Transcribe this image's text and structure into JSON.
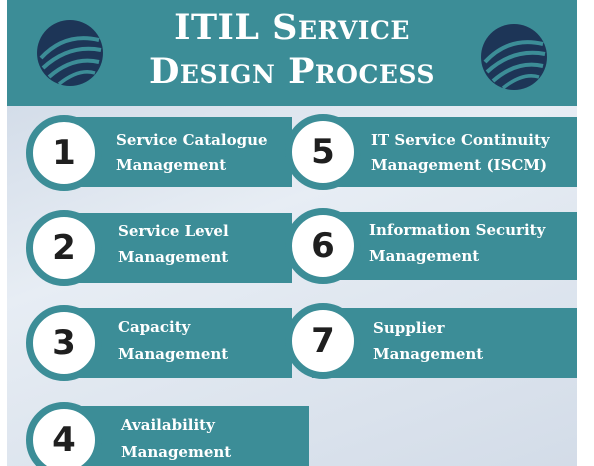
{
  "title": {
    "line1": "ITIL Service",
    "line2": "Design Process"
  },
  "colors": {
    "header": "#3c8d97",
    "bar": "#3c8d97",
    "circle_fill": "#ffffff",
    "number": "#1f1f1f",
    "label": "#ffffff",
    "logo": "#1d3557"
  },
  "icons": {
    "logo": "swirl-logo-icon"
  },
  "processes": [
    {
      "number": "1",
      "line1": "Service Catalogue",
      "line2": "Management"
    },
    {
      "number": "2",
      "line1": "Service Level",
      "line2": "Management"
    },
    {
      "number": "3",
      "line1": "Capacity",
      "line2": "Management"
    },
    {
      "number": "4",
      "line1": "Availability",
      "line2": "Management"
    },
    {
      "number": "5",
      "line1": "IT Service Continuity",
      "line2": "Management (ISCM)"
    },
    {
      "number": "6",
      "line1": "Information Security",
      "line2": "Management"
    },
    {
      "number": "7",
      "line1": "Supplier",
      "line2": "Management"
    }
  ]
}
